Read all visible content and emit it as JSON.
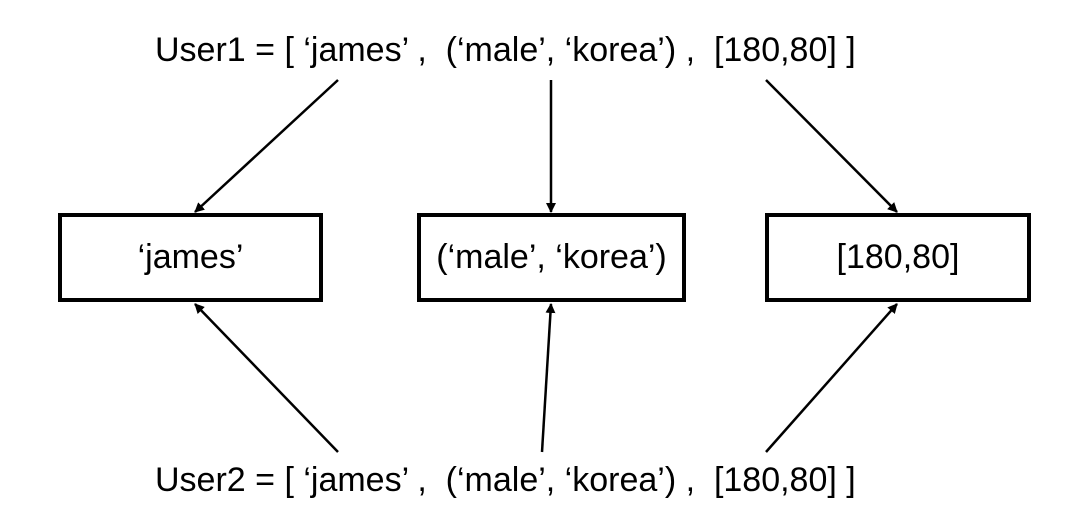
{
  "statements": {
    "user1": "User1 = [ ‘james’ ,  (‘male’, ‘korea’) ,  [180,80] ]",
    "user2": "User2 = [ ‘james’ ,  (‘male’, ‘korea’) ,  [180,80] ]"
  },
  "objects": {
    "name": "‘james’",
    "tuple": "(‘male’, ‘korea’)",
    "list": "[180,80]"
  }
}
